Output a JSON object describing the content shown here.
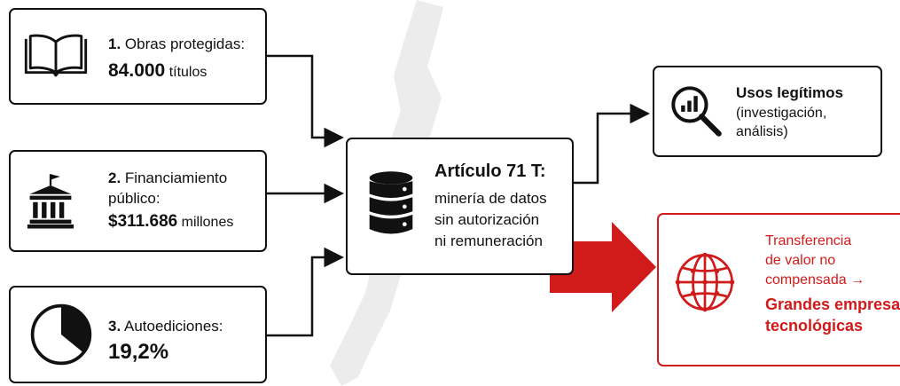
{
  "inputs": [
    {
      "number": "1.",
      "label": "Obras protegidas:",
      "value": "84.000",
      "unit": "títulos",
      "icon": "book-icon"
    },
    {
      "number": "2.",
      "label_line1": "Financiamiento",
      "label_line2": "público:",
      "value": "$311.686",
      "unit": "millones",
      "icon": "government-building-icon"
    },
    {
      "number": "3.",
      "label": "Autoediciones:",
      "value": "19,2%",
      "icon": "pie-chart-icon"
    }
  ],
  "center": {
    "title": "Artículo 71 T:",
    "line1": "minería de datos",
    "line2": "sin autorización",
    "line3": "ni remuneración",
    "icon": "database-icon"
  },
  "legit": {
    "title": "Usos legítimos",
    "line1": "(investigación,",
    "line2": "análisis)",
    "icon": "magnifier-chart-icon"
  },
  "transfer": {
    "line1": "Transferencia",
    "line2": "de valor no",
    "line3": "compensada →",
    "bold1": "Grandes empresas",
    "bold2": "tecnológicas",
    "icon": "globe-icon"
  },
  "colors": {
    "accent": "#d11a1a",
    "ink": "#111111",
    "map": "#e9e9e9"
  }
}
